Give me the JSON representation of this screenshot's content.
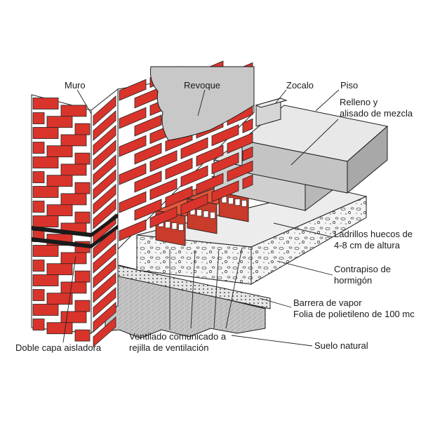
{
  "labels": {
    "muro": "Muro",
    "revoque": "Revoque",
    "zocalo": "Zocalo",
    "piso": "Piso",
    "relleno_1": "Relleno y",
    "relleno_2": "alisado de mezcla",
    "ladrillos_1": "Ladrillos huecos de",
    "ladrillos_2": "4-8 cm de altura",
    "contrapiso_1": "Contrapiso de",
    "contrapiso_2": "hormigón",
    "barrera_1": "Barrera de vapor",
    "barrera_2": "Folia de polietileno de 100 mc",
    "ventilado_1": "Ventilado comunicado a",
    "ventilado_2": "rejilla de ventilación",
    "doble_capa": "Doble capa aisladora",
    "suelo": "Suelo natural"
  },
  "colors": {
    "brick": "#d9342b",
    "tile": "#e8553a",
    "tile_side": "#c93b2a",
    "mortar": "#ffffff",
    "plaster": "#c8c8c8",
    "screed_top": "#dedede",
    "screed_side": "#b9b9b9",
    "concrete": "#f4f4f4",
    "soil": "#bdbdbd",
    "insulation": "#1a1a1a"
  }
}
